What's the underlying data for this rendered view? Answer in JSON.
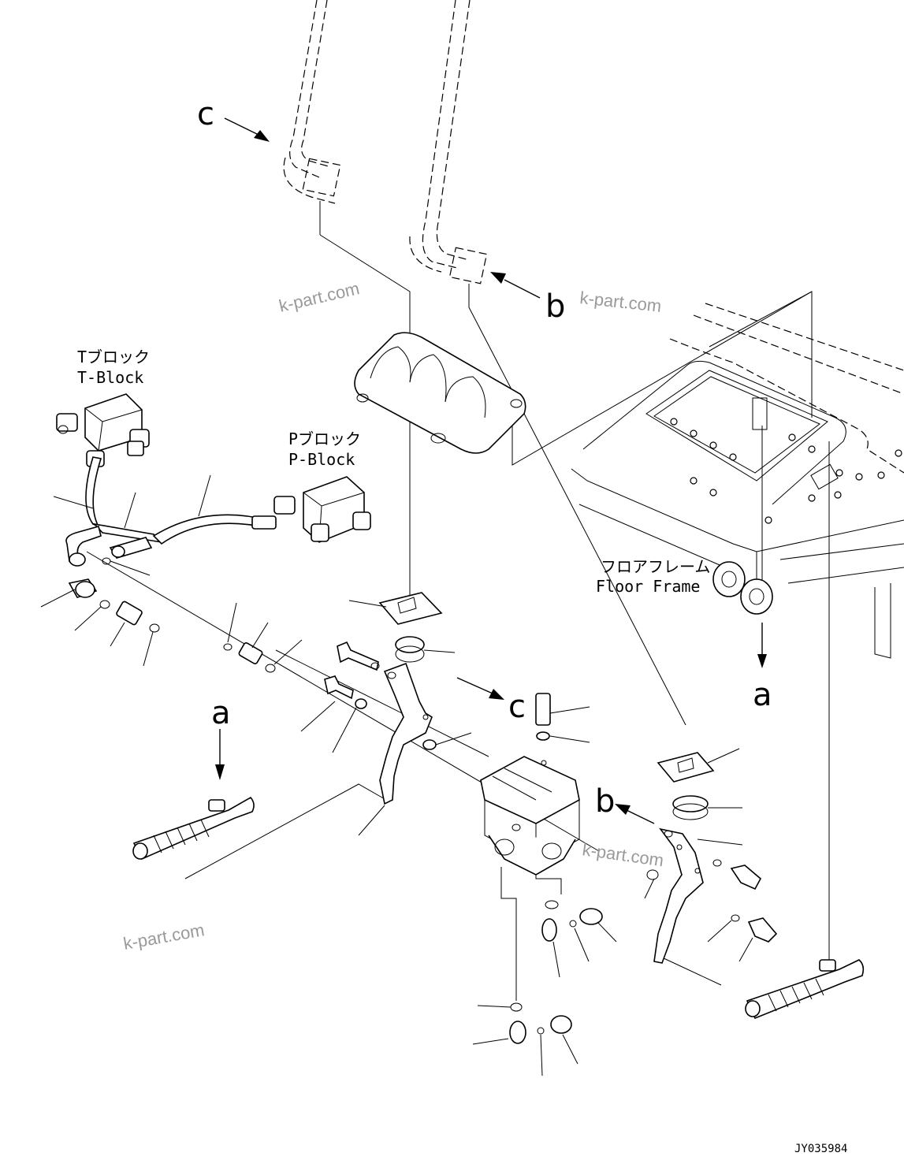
{
  "labels": {
    "t_block_jp": "Tブロック",
    "t_block_en": "T-Block",
    "p_block_jp": "Pブロック",
    "p_block_en": "P-Block",
    "floor_frame_jp": "フロアフレーム",
    "floor_frame_en": "Floor Frame"
  },
  "callouts": {
    "c_top": "c",
    "b_top": "b",
    "a_right": "a",
    "a_left": "a",
    "c_mid": "c",
    "b_mid": "b"
  },
  "watermarks": [
    "k-part.com",
    "k-part.com",
    "k-part.com",
    "k-part.com"
  ],
  "drawing_code": "JY035984"
}
